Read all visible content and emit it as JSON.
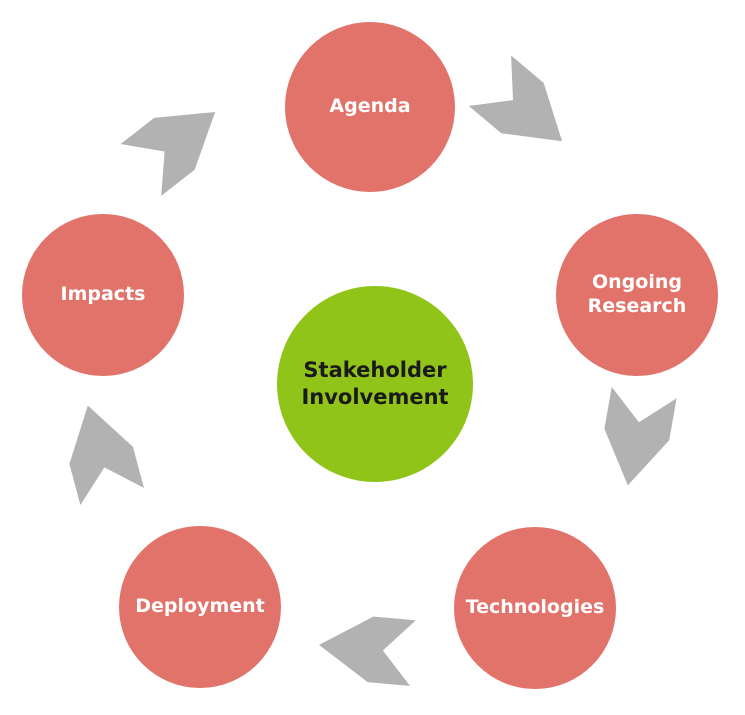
{
  "diagram": {
    "type": "cycle-diagram",
    "center": {
      "label_line1": "Stakeholder",
      "label_line2": "Involvement",
      "color": "#90C418",
      "text_color": "#1a1a1a"
    },
    "nodes": [
      {
        "id": "agenda",
        "label": "Agenda"
      },
      {
        "id": "ongoing-research",
        "label": "Ongoing Research"
      },
      {
        "id": "technologies",
        "label": "Technologies"
      },
      {
        "id": "deployment",
        "label": "Deployment"
      },
      {
        "id": "impacts",
        "label": "Impacts"
      }
    ],
    "node_color": "#E2736B",
    "node_text_color": "#ffffff",
    "arrow_color": "#B2B2B2",
    "flow": [
      "agenda -> ongoing-research",
      "ongoing-research -> technologies",
      "technologies -> deployment",
      "deployment -> impacts",
      "impacts -> agenda"
    ]
  }
}
